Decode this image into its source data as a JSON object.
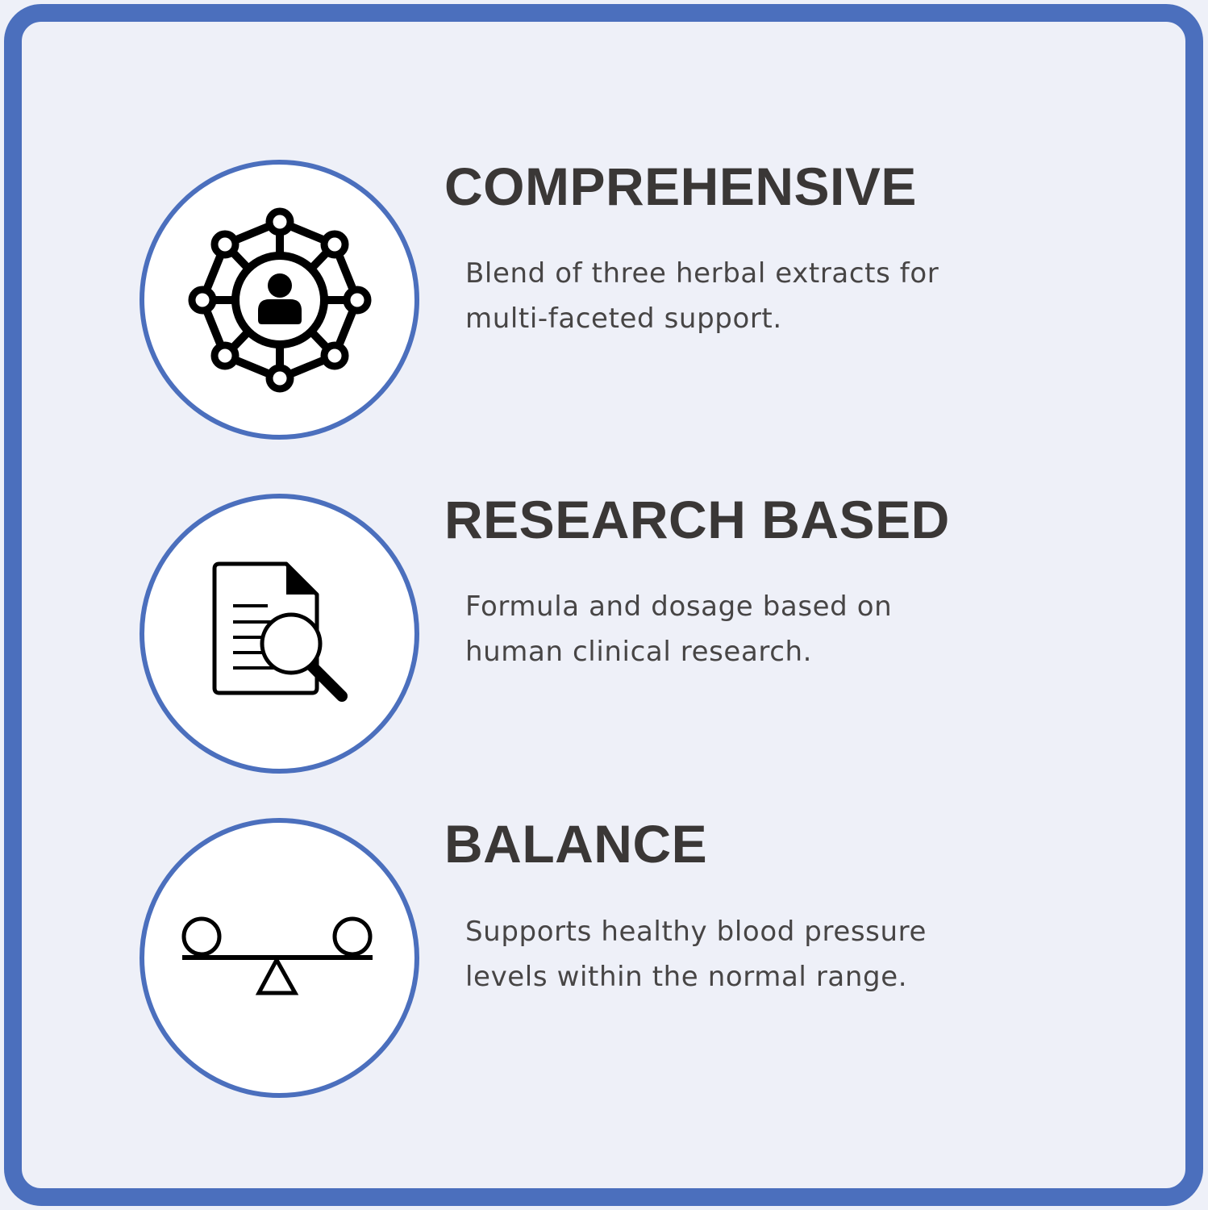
{
  "colors": {
    "frame_border": "#4b6fbd",
    "background": "#eef0f8",
    "circle_fill": "#ffffff",
    "title_text": "#3a3736",
    "body_text": "#474545",
    "icon": "#000000"
  },
  "features": [
    {
      "icon": "network-person-icon",
      "title": "COMPREHENSIVE",
      "description_lines": [
        "Blend of three herbal extracts for",
        "multi-faceted support."
      ]
    },
    {
      "icon": "document-search-icon",
      "title": "RESEARCH BASED",
      "description_lines": [
        "Formula and dosage based on",
        "human clinical research."
      ]
    },
    {
      "icon": "balance-seesaw-icon",
      "title": "BALANCE",
      "description_lines": [
        "Supports healthy blood pressure",
        "levels within the normal range."
      ]
    }
  ]
}
